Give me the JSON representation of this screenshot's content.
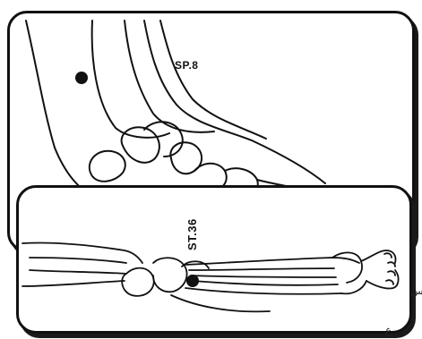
{
  "points": {
    "sp8": {
      "label": "SP.8"
    },
    "st36": {
      "label": "ST.36"
    }
  },
  "edge_glyphs": {
    "right": "س",
    "bottom_right": "ع"
  },
  "colors": {
    "ink": "#111111",
    "paper": "#ffffff"
  }
}
